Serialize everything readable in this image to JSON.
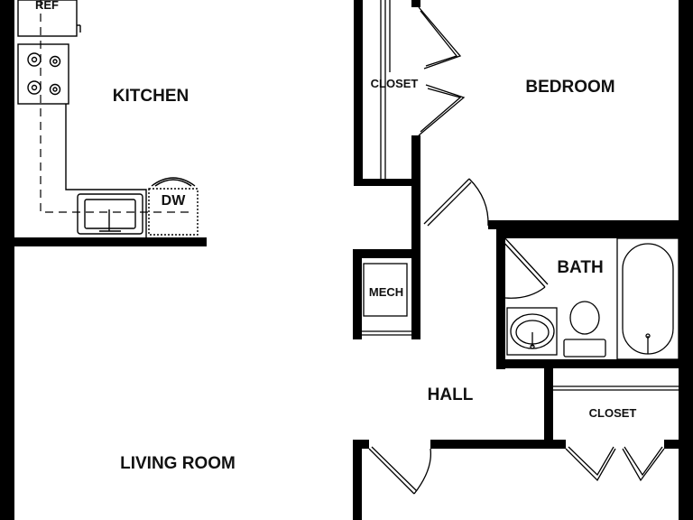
{
  "plan": {
    "rooms": {
      "kitchen": "KITCHEN",
      "bedroom": "BEDROOM",
      "bath": "BATH",
      "hall": "HALL",
      "living_room": "LIVING ROOM",
      "closet_top": "CLOSET",
      "closet_bottom": "CLOSET",
      "mech": "MECH"
    },
    "fixtures": {
      "ref": "REF",
      "dw": "DW"
    }
  }
}
